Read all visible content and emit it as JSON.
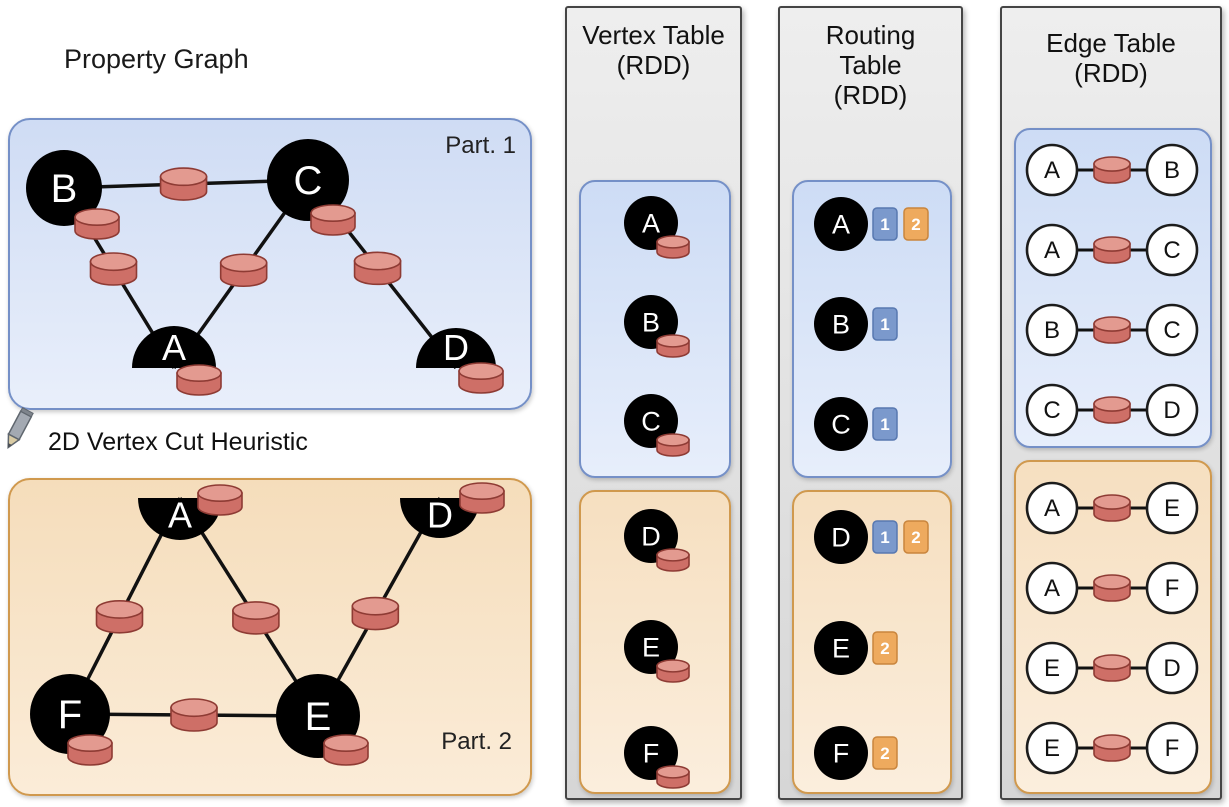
{
  "property_graph": {
    "title": "Property Graph",
    "heuristic_label": "2D Vertex Cut Heuristic",
    "partitions": [
      {
        "label": "Part. 1",
        "vertices": [
          {
            "id": "B",
            "shape": "full"
          },
          {
            "id": "C",
            "shape": "full"
          },
          {
            "id": "A",
            "shape": "half-top"
          },
          {
            "id": "D",
            "shape": "half-top"
          }
        ],
        "edges": [
          [
            "B",
            "C"
          ],
          [
            "B",
            "A"
          ],
          [
            "C",
            "A"
          ],
          [
            "C",
            "D"
          ]
        ]
      },
      {
        "label": "Part. 2",
        "vertices": [
          {
            "id": "A",
            "shape": "half-bottom"
          },
          {
            "id": "D",
            "shape": "half-bottom"
          },
          {
            "id": "F",
            "shape": "full"
          },
          {
            "id": "E",
            "shape": "full"
          }
        ],
        "edges": [
          [
            "A",
            "F"
          ],
          [
            "A",
            "E"
          ],
          [
            "D",
            "E"
          ],
          [
            "F",
            "E"
          ]
        ]
      }
    ]
  },
  "vertex_table": {
    "title_lines": [
      "Vertex Table",
      "(RDD)"
    ],
    "groups": [
      {
        "partition": "1",
        "vertices": [
          "A",
          "B",
          "C"
        ]
      },
      {
        "partition": "2",
        "vertices": [
          "D",
          "E",
          "F"
        ]
      }
    ]
  },
  "routing_table": {
    "title_lines": [
      "Routing",
      "Table",
      "(RDD)"
    ],
    "groups": [
      {
        "partition": "1",
        "entries": [
          {
            "vertex": "A",
            "partitions": [
              "1",
              "2"
            ]
          },
          {
            "vertex": "B",
            "partitions": [
              "1"
            ]
          },
          {
            "vertex": "C",
            "partitions": [
              "1"
            ]
          }
        ]
      },
      {
        "partition": "2",
        "entries": [
          {
            "vertex": "D",
            "partitions": [
              "1",
              "2"
            ]
          },
          {
            "vertex": "E",
            "partitions": [
              "2"
            ]
          },
          {
            "vertex": "F",
            "partitions": [
              "2"
            ]
          }
        ]
      }
    ]
  },
  "edge_table": {
    "title_lines": [
      "Edge Table",
      "(RDD)"
    ],
    "groups": [
      {
        "partition": "1",
        "edges": [
          [
            "A",
            "B"
          ],
          [
            "A",
            "C"
          ],
          [
            "B",
            "C"
          ],
          [
            "C",
            "D"
          ]
        ]
      },
      {
        "partition": "2",
        "edges": [
          [
            "A",
            "E"
          ],
          [
            "A",
            "F"
          ],
          [
            "E",
            "D"
          ],
          [
            "E",
            "F"
          ]
        ]
      }
    ]
  },
  "colors": {
    "partition_blue_fill": "#cfdcf4",
    "partition_blue_border": "#7590c7",
    "partition_orange_fill": "#f5ddbb",
    "partition_orange_border": "#d0994e",
    "panel_gray": "#e2e2e2",
    "panel_border": "#454545",
    "cylinder_body": "#ce6f67",
    "cylinder_top": "#e39a90",
    "cylinder_border": "#8e3b34",
    "badge_blue": "#7b99cc",
    "badge_blue_border": "#5878b0",
    "badge_orange": "#eeaa5e",
    "badge_orange_border": "#c9853d",
    "edge_line": "#111111",
    "vertex_fill": "#000000",
    "vertex_label": "#ffffff"
  }
}
